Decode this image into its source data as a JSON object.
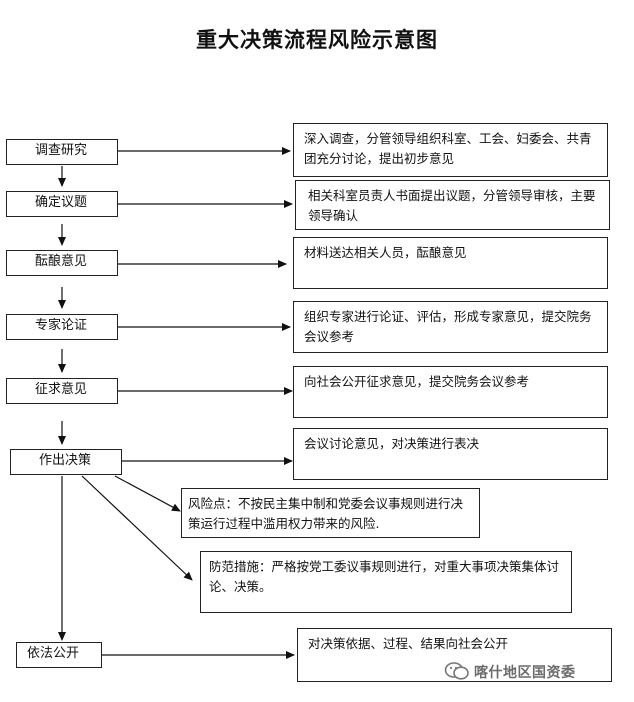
{
  "title": "重大决策流程风险示意图",
  "steps": [
    {
      "label": "调查研究",
      "desc": "深入调查，分管领导组织科室、工会、妇委会、共青团充分讨论，提出初步意见"
    },
    {
      "label": "确定议题",
      "desc": "相关科室员责人书面提出议题，分管领导审核，主要领导确认"
    },
    {
      "label": "酝酿意见",
      "desc": "材料送达相关人员，酝酿意见"
    },
    {
      "label": "专家论证",
      "desc": "组织专家进行论证、评估，形成专家意见，提交院务会议参考"
    },
    {
      "label": "征求意见",
      "desc": "向社会公开征求意见，提交院务会议参考"
    },
    {
      "label": "作出决策",
      "desc": "会议讨论意见，对决策进行表决"
    },
    {
      "label": "依法公开",
      "desc": "对决策依据、过程、结果向社会公开"
    }
  ],
  "risk": "风险点：不按民主集中制和党委会议事规则进行决策运行过程中滥用权力带来的风险.",
  "prevention": "防范措施：严格按党工委议事规则进行，对重大事项决策集体讨论、决策。",
  "watermark": "喀什地区国资委"
}
